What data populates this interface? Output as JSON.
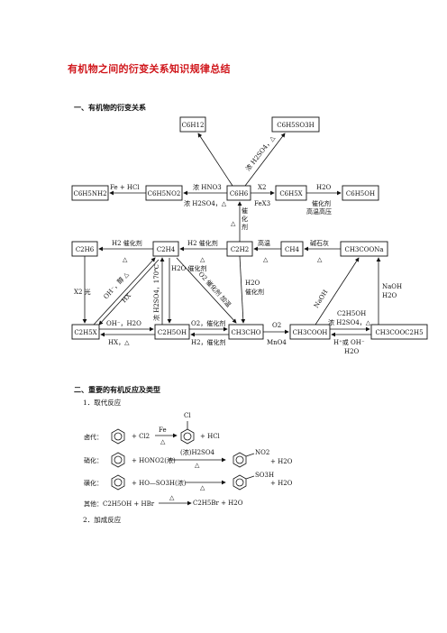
{
  "title": "有机物之间的衍变关系知识规律总结",
  "section1": "一、有机物的衍变关系",
  "section2": "二、重要的有机反应及类型",
  "sub1": "1．取代反应",
  "sub2": "2．加成反应",
  "boxes": {
    "c6h12": "C6H12",
    "c6h5so3h": "C6H5SO3H",
    "c6h5nh2": "C6H5NH2",
    "c6h5no2": "C6H5NO2",
    "c6h6": "C6H6",
    "c6h5x": "C6H5X",
    "c6h5oh": "C6H5OH",
    "c2h6": "C2H6",
    "c2h4": "C2H4",
    "c2h2": "C2H2",
    "ch4": "CH4",
    "ch3coona": "CH3COONa",
    "c2h5x": "C2H5X",
    "c2h5oh": "C2H5OH",
    "ch3cho": "CH3CHO",
    "ch3cooh": "CH3COOH",
    "ch3cooc2h5": "CH3COOC2H5"
  },
  "labels": {
    "h2so4_conc": "浓 H2SO4，△",
    "fe_hcl": "Fe + HCl",
    "hno3_conc": "浓 HNO3",
    "h2so4_heat": "浓 H2SO4，△",
    "x2": "X2",
    "fex3": "FeX3",
    "h2o_top": "H2O",
    "catalyst_hp": "催化剂",
    "high_tp": "高温高压",
    "catalyst_v1": "催",
    "catalyst_v2": "化",
    "catalyst_v3": "剂",
    "delta": "△",
    "h2_cat": "H2 催化剂",
    "high_temp": "高温",
    "soda_lime": "碱石灰",
    "x2_light": "X2 光",
    "oh_alc": "OH⁻，醇 △",
    "hx": "HX",
    "h2so4_170": "浓 H2SO4，170℃",
    "h2o_cat": "H2O 催化剂",
    "o2_cat": "O2 催化剂 加温",
    "h2o_cat2": "H2O",
    "cat2": "催化剂",
    "naoh": "NaOH",
    "naoh_r": "NaOH",
    "h2o_r": "H2O",
    "oh_h2o": "OH⁻，H2O",
    "hx_heat": "HX，△",
    "o2_cat_b": "O2，催化剂",
    "h2_cat_b": "H2，催化剂",
    "o2": "O2",
    "mno4": "MnO4",
    "c2h5oh_ester": "C2H5OH",
    "h2so4_ester": "浓 H2SO4，△",
    "h_or_oh": "H⁺或 OH⁻",
    "h2o_ester": "H2O"
  },
  "reactions": {
    "halo_label": "卤代：",
    "halo_plus": "+ Cl2",
    "halo_cond": "Fe",
    "halo_prod": "+ HCl",
    "halo_sub": "Cl",
    "nitro_label": "硝化：",
    "nitro_plus": "+ HONO2(浓)",
    "nitro_cond": "(浓)H2SO4",
    "nitro_sub": "NO2",
    "nitro_prod": "+ H2O",
    "sulf_label": "磺化：",
    "sulf_plus": "+ HO—SO3H(浓)",
    "sulf_sub": "SO3H",
    "sulf_prod": "+ H2O",
    "other": "其他：C2H5OH + HBr",
    "other_prod": "C2H5Br + H2O",
    "delta": "△"
  }
}
